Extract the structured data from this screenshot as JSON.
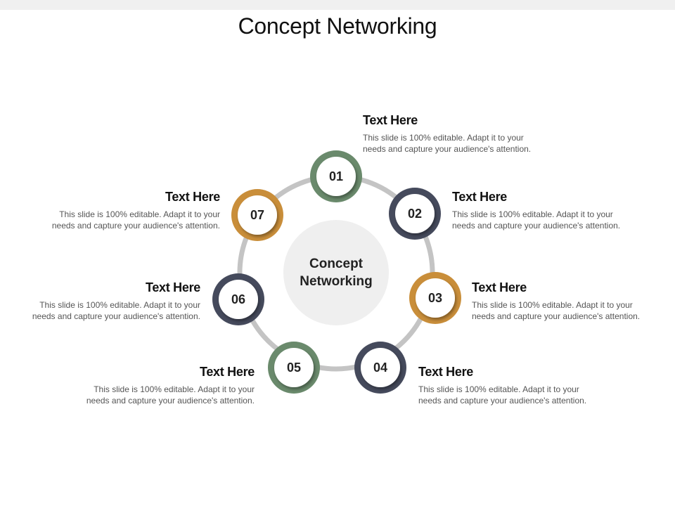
{
  "title": "Concept Networking",
  "center": {
    "line1": "Concept",
    "line2": "Networking"
  },
  "colors": {
    "green": "#6a8a6c",
    "navy": "#454a5c",
    "orange": "#c98e3a",
    "ring": "#c4c4c4",
    "center_fill": "#efefef"
  },
  "nodes": [
    {
      "number": "01",
      "color": "green",
      "heading": "Text Here",
      "desc_line1": "This slide is 100% editable. Adapt it to your",
      "desc_line2": "needs and capture your audience's attention."
    },
    {
      "number": "02",
      "color": "navy",
      "heading": "Text Here",
      "desc_line1": "This slide is 100% editable. Adapt it to your",
      "desc_line2": "needs and capture your audience's attention."
    },
    {
      "number": "03",
      "color": "orange",
      "heading": "Text Here",
      "desc_line1": "This slide is 100% editable. Adapt it to your",
      "desc_line2": "needs and capture your audience's attention."
    },
    {
      "number": "04",
      "color": "navy",
      "heading": "Text Here",
      "desc_line1": "This slide is 100% editable. Adapt it to your",
      "desc_line2": "needs and capture your audience's attention."
    },
    {
      "number": "05",
      "color": "green",
      "heading": "Text Here",
      "desc_line1": "This slide is 100% editable. Adapt it to your",
      "desc_line2": "needs and capture your audience's attention."
    },
    {
      "number": "06",
      "color": "navy",
      "heading": "Text Here",
      "desc_line1": "This slide is 100% editable. Adapt it to your",
      "desc_line2": "needs and capture your audience's attention."
    },
    {
      "number": "07",
      "color": "orange",
      "heading": "Text Here",
      "desc_line1": "This slide is 100% editable. Adapt it to your",
      "desc_line2": "needs and capture your audience's attention."
    }
  ]
}
